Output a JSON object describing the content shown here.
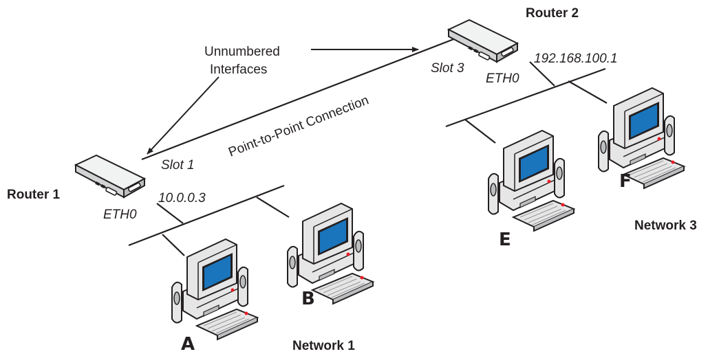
{
  "routers": [
    {
      "id": "r1",
      "label": "Router 1",
      "slot": "Slot 1",
      "eth": "ETH0",
      "ip": "10.0.0.3"
    },
    {
      "id": "r2",
      "label": "Router 2",
      "slot": "Slot 3",
      "eth": "ETH0",
      "ip": "192.168.100.1"
    }
  ],
  "link_label": "Point-to-Point Connection",
  "annotation": {
    "line1": "Unnumbered",
    "line2": "Interfaces"
  },
  "networks": [
    {
      "label": "Network 1",
      "hosts": [
        "A",
        "B"
      ]
    },
    {
      "label": "Network 3",
      "hosts": [
        "E",
        "F"
      ]
    }
  ],
  "colors": {
    "ink": "#231f20",
    "screen": "#1b75bc",
    "case_light": "#e6e6e6",
    "case_mid": "#bcbec0",
    "led": "#ed1c24"
  }
}
